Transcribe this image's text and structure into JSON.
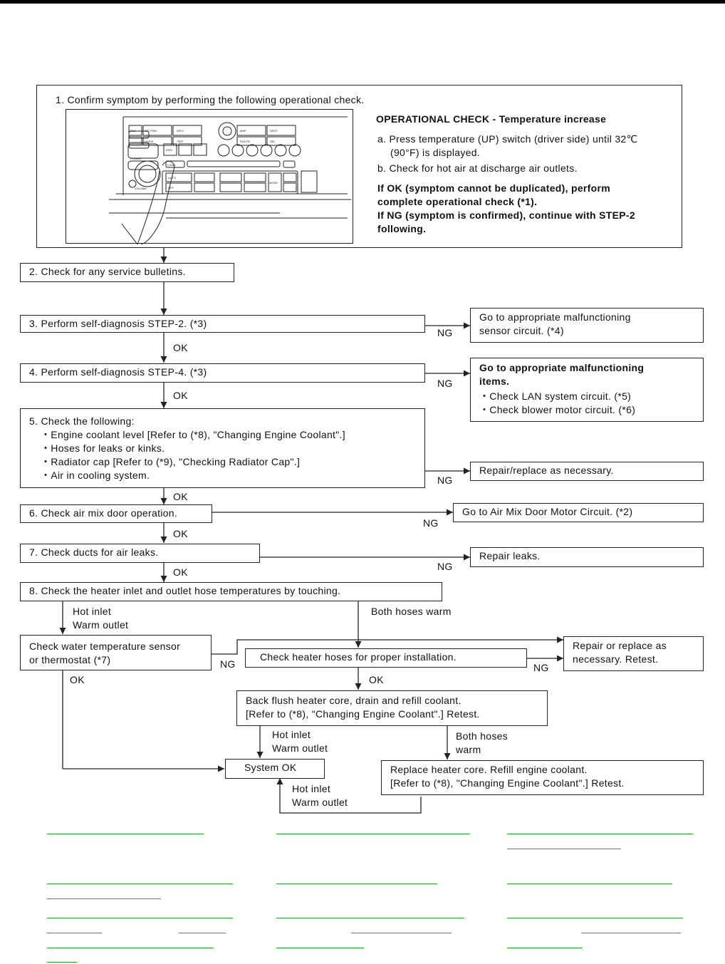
{
  "step1": {
    "title": "1. Confirm symptom by performing the following operational check.",
    "heading": "OPERATIONAL CHECK - Temperature increase",
    "a1": "a. Press temperature (UP) switch (driver side) until 32℃",
    "a2": "(90°F) is displayed.",
    "b": "b. Check for hot air at discharge air outlets.",
    "ok1": "If OK (symptom cannot be duplicated), perform",
    "ok2": "complete operational check (*1).",
    "ng1": "If NG (symptom is confirmed), continue with STEP-2",
    "ng2": "following."
  },
  "panel": {
    "btn_recirc": "REC",
    "btn_setting": "SETTING",
    "btn_info": "INFO",
    "btn_route": "ROUTE",
    "btn_map": "MAP",
    "btn_voice": "VOICE",
    "btn_trip": "TRIP",
    "btn_dest": "DEST",
    "btn_sel": "SEL",
    "btn_disc": "DISC",
    "btn_load": "LOAD",
    "btn_auto": "AUTO",
    "btn_off": "OFF",
    "btn_mode": "MODE",
    "btn_power": "POWER",
    "btn_volume": "VOLUME"
  },
  "steps": {
    "s2": "2. Check for any service bulletins.",
    "s3": "3. Perform self-diagnosis STEP-2. (*3)",
    "s4": "4. Perform self-diagnosis STEP-4. (*3)",
    "s5": [
      "5.  Check the following:",
      "・Engine coolant level [Refer to (*8), \"Changing Engine Coolant\".]",
      "・Hoses for leaks or kinks.",
      "・Radiator cap [Refer to (*9), \"Checking Radiator Cap\".]",
      "・Air in cooling system."
    ],
    "s6": "6. Check air mix door operation.",
    "s7": "7. Check ducts for air leaks.",
    "s8": "8. Check the heater inlet and outlet hose temperatures by touching.",
    "water1": "Check  water temperature sensor",
    "water2": "or thermostat (*7)",
    "hoses": "Check heater hoses for proper installation.",
    "flush1": "Back flush heater core, drain and refill coolant.",
    "flush2": "[Refer to (*8), \"Changing Engine Coolant\".] Retest.",
    "system_ok": "System OK",
    "replace1": "Replace heater core. Refill engine coolant.",
    "replace2": "[Refer to (*8), \"Changing Engine Coolant\".] Retest."
  },
  "results": {
    "r3a": "Go to appropriate malfunctioning",
    "r3b": "sensor circuit. (*4)",
    "r4a": "Go to appropriate malfunctioning",
    "r4b": "items.",
    "r4c": "・Check LAN system circuit. (*5)",
    "r4d": "・Check blower motor circuit. (*6)",
    "r5": "Repair/replace as necessary.",
    "r6": "Go to Air Mix Door Motor Circuit. (*2)",
    "r7": "Repair leaks.",
    "rr1": "Repair or replace as",
    "rr2": "necessary. Retest."
  },
  "labels": {
    "ok": "OK",
    "ng": "NG",
    "hot_inlet": "Hot inlet",
    "warm_outlet": "Warm outlet",
    "both_warm": "Both hoses warm",
    "both_hoses": "Both hoses",
    "warm": "warm"
  }
}
